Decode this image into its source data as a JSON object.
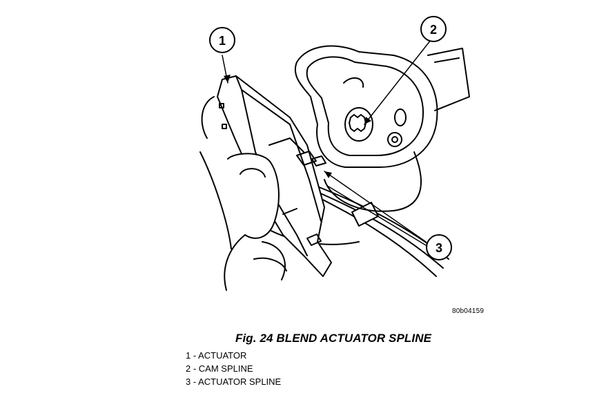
{
  "figure": {
    "image_code": "80b04159",
    "caption": "Fig. 24 BLEND ACTUATOR SPLINE",
    "callouts": [
      {
        "number": "1"
      },
      {
        "number": "2"
      },
      {
        "number": "3"
      }
    ],
    "legend": [
      "1 - ACTUATOR",
      "2 - CAM SPLINE",
      "3 - ACTUATOR SPLINE"
    ]
  }
}
